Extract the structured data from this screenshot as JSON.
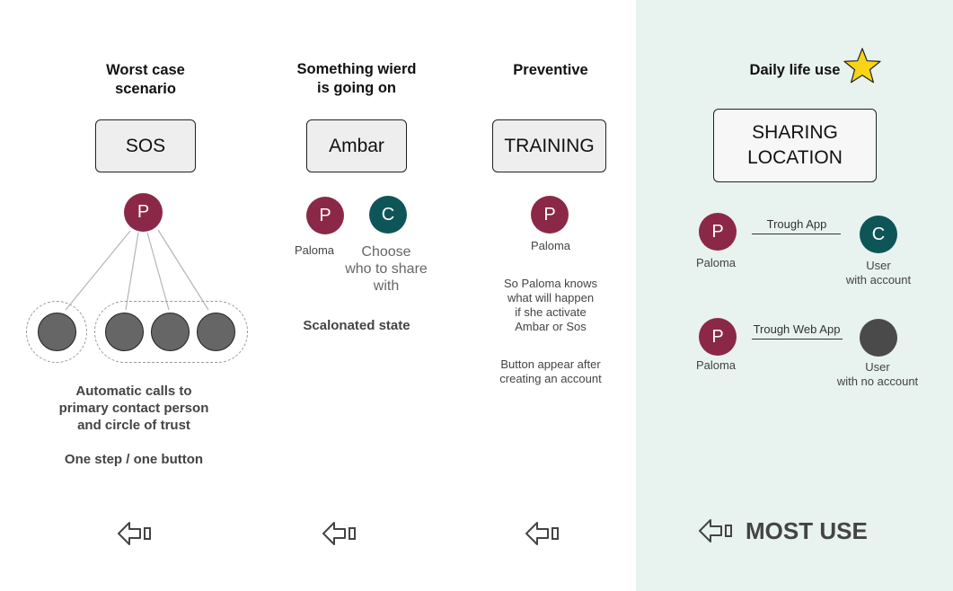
{
  "columns": [
    {
      "heading": "Worst case\nscenario",
      "box_label": "SOS",
      "avatar_letter": "P",
      "description": "Automatic calls to\nprimary contact person\nand circle of trust",
      "note": "One step / one button"
    },
    {
      "heading": "Something wierd\nis going on",
      "box_label": "Ambar",
      "avatar_p_letter": "P",
      "avatar_p_name": "Paloma",
      "avatar_c_letter": "C",
      "avatar_c_label": "Choose\nwho to share\nwith",
      "note": "Scalonated state"
    },
    {
      "heading": "Preventive",
      "box_label": "TRAINING",
      "avatar_letter": "P",
      "avatar_name": "Paloma",
      "description": "So Paloma knows\nwhat will happen\nif she activate\nAmbar or Sos",
      "note": "Button appear after\ncreating an account"
    },
    {
      "heading": "Daily life use",
      "box_label": "SHARING\nLOCATION",
      "row1": {
        "left_letter": "P",
        "left_name": "Paloma",
        "link_label": "Trough App",
        "right_letter": "C",
        "right_name": "User\nwith account"
      },
      "row2": {
        "left_letter": "P",
        "left_name": "Paloma",
        "link_label": "Trough Web App",
        "right_name": "User\nwith no account"
      },
      "footer_label": "MOST USE"
    }
  ],
  "icons": [
    "star-icon",
    "back-arrow-icon"
  ],
  "colors": {
    "panel_bg": "#e8f2ef",
    "paloma": "#8b2848",
    "contact": "#0e5558",
    "no_account": "#4a4a4a",
    "star": "#f7d417"
  }
}
